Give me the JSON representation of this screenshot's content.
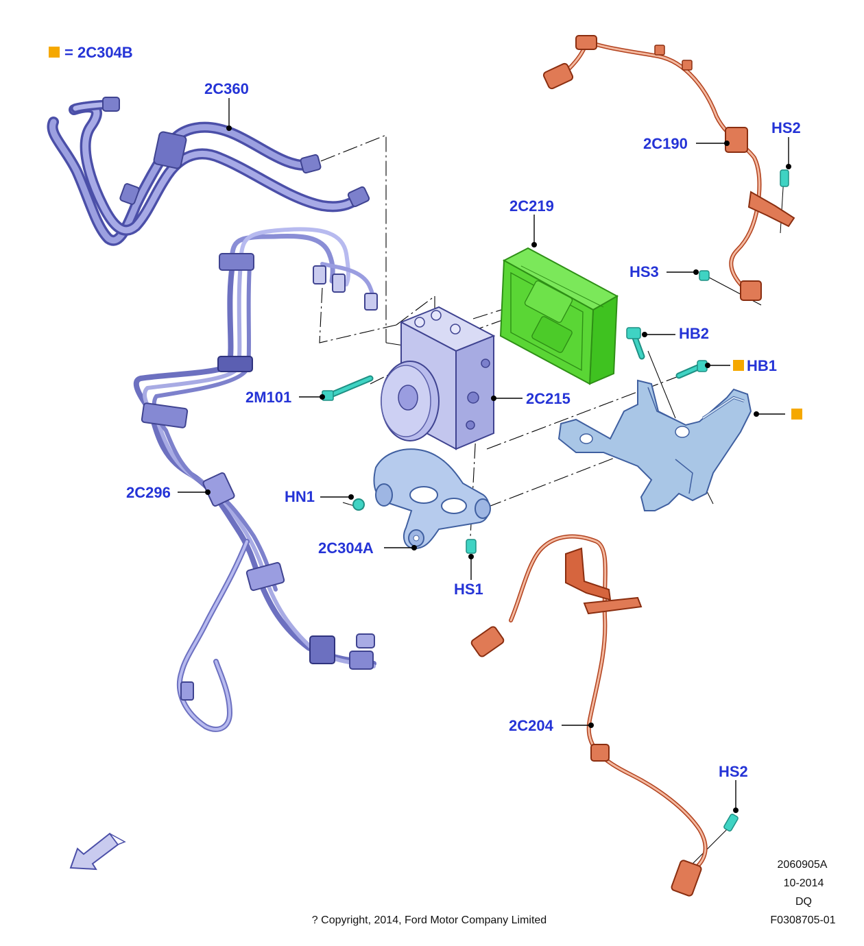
{
  "legend": {
    "text": "= 2C304B",
    "color": "#f5a800"
  },
  "labels": {
    "c2c360": "2C360",
    "c2c190": "2C190",
    "hs2_top": "HS2",
    "c2c219": "2C219",
    "hs3": "HS3",
    "hb2": "HB2",
    "hb1": "HB1",
    "m2m101": "2M101",
    "c2c215": "2C215",
    "c2c296": "2C296",
    "hn1": "HN1",
    "c2c304a": "2C304A",
    "hs1": "HS1",
    "c2c204": "2C204",
    "hs2_bottom": "HS2"
  },
  "footer": {
    "code": "2060905A",
    "date": "10-2014",
    "initials": "DQ",
    "ref": "F0308705-01",
    "copyright": "? Copyright, 2014, Ford Motor Company Limited"
  },
  "colors": {
    "label": "#2433d6",
    "marker": "#f5a800",
    "tube_dark": "#4b4fa8",
    "tube_mid": "#8a8ed6",
    "tube_light": "#c9cbef",
    "harness_dark": "#b1401c",
    "harness_mid": "#e07a55",
    "harness_light": "#f3b9a0",
    "module_green": "#4fd62c",
    "module_green_dark": "#2e8f16",
    "block": "#c5c9ec",
    "bracket": "#a9c6e6",
    "bolt": "#3fd3c3"
  },
  "icons": {
    "direction": "direction-arrow-icon",
    "marker": "orange-square-marker-icon"
  }
}
